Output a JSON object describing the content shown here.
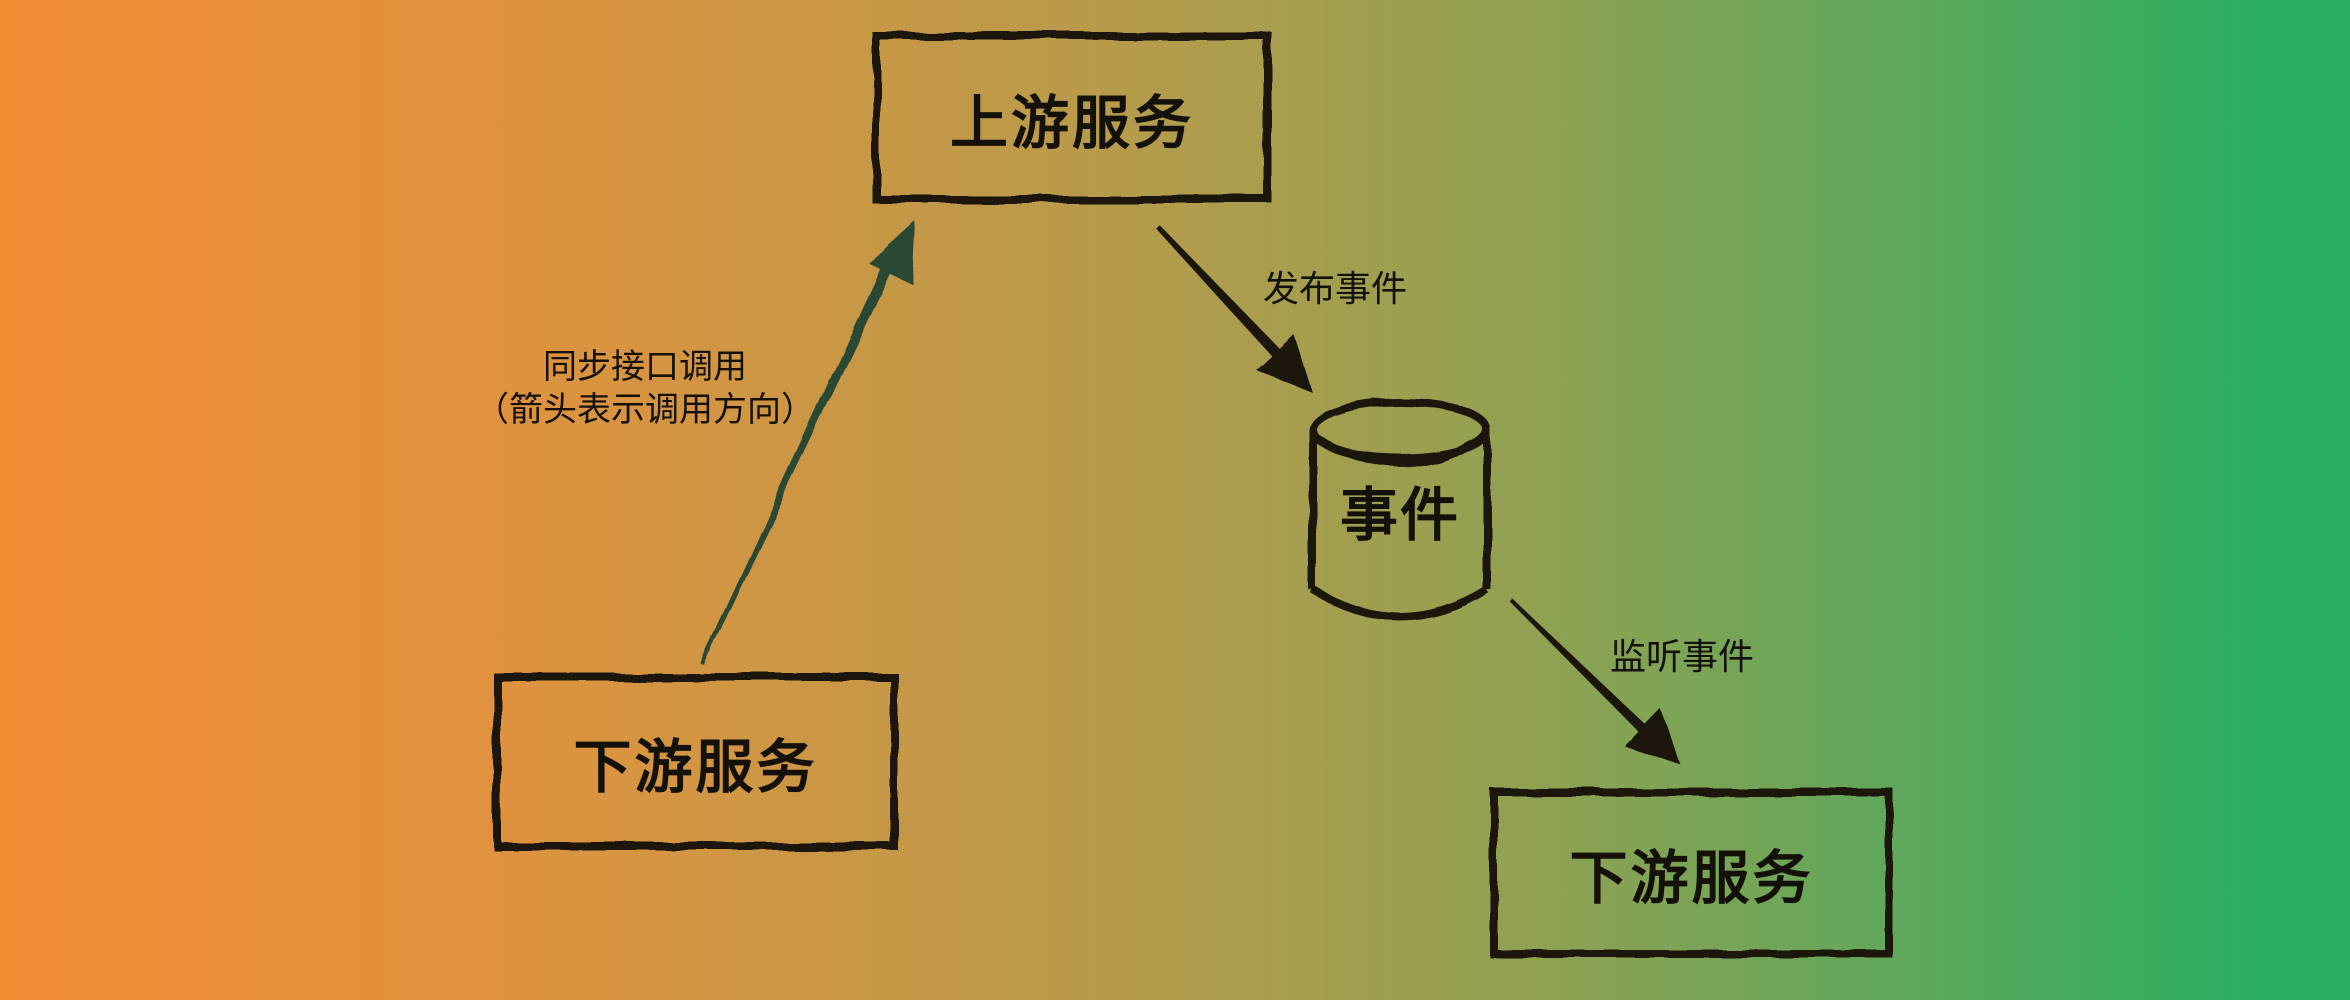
{
  "background": {
    "type": "horizontal-gradient",
    "color_left": "#f28c33",
    "color_right": "#27ae60",
    "color_middle": "#b79b4b"
  },
  "nodes": {
    "upstream": {
      "label": "上游服务",
      "shape": "rectangle"
    },
    "downstream_left": {
      "label": "下游服务",
      "shape": "rectangle"
    },
    "downstream_right": {
      "label": "下游服务",
      "shape": "rectangle"
    },
    "event_store": {
      "label": "事件",
      "shape": "cylinder"
    }
  },
  "edges": {
    "sync_call": {
      "label_line1": "同步接口调用",
      "label_line2": "（箭头表示调用方向）",
      "from": "downstream_left",
      "to": "upstream",
      "color": "#2c4a35"
    },
    "publish": {
      "label": "发布事件",
      "from": "upstream",
      "to": "event_store",
      "color": "#1a160f"
    },
    "listen": {
      "label": "监听事件",
      "from": "event_store",
      "to": "downstream_right",
      "color": "#1a160f"
    }
  },
  "stroke_color": "#1a160f",
  "text_color": "#14110b"
}
